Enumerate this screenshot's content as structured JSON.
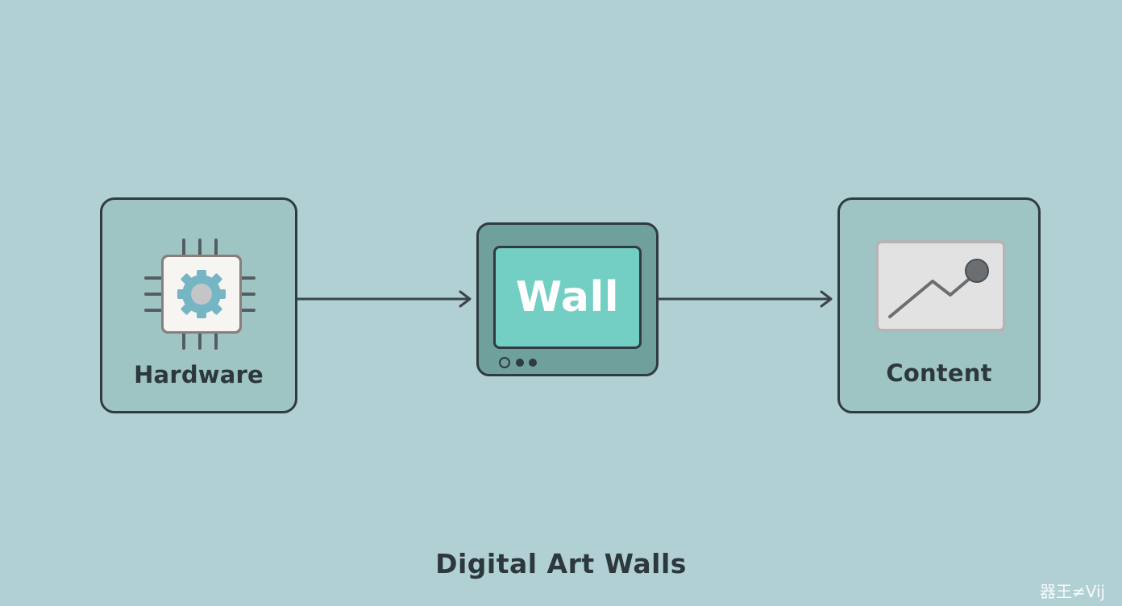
{
  "diagram": {
    "title": "Digital Art Walls",
    "nodes": [
      {
        "id": "hardware",
        "label": "Hardware",
        "icon": "cpu-chip-gear-icon"
      },
      {
        "id": "wall",
        "label": "Wall",
        "icon": "monitor-icon"
      },
      {
        "id": "content",
        "label": "Content",
        "icon": "line-chart-image-icon"
      }
    ],
    "edges": [
      {
        "from": "hardware",
        "to": "wall"
      },
      {
        "from": "wall",
        "to": "content"
      }
    ]
  },
  "watermark": "器王≠Vij",
  "colors": {
    "background": "#b1d0d4",
    "box_fill": "#9ec5c3",
    "outline": "#2f3b40",
    "screen": "#73cfc4",
    "monitor": "#6fa09b"
  }
}
